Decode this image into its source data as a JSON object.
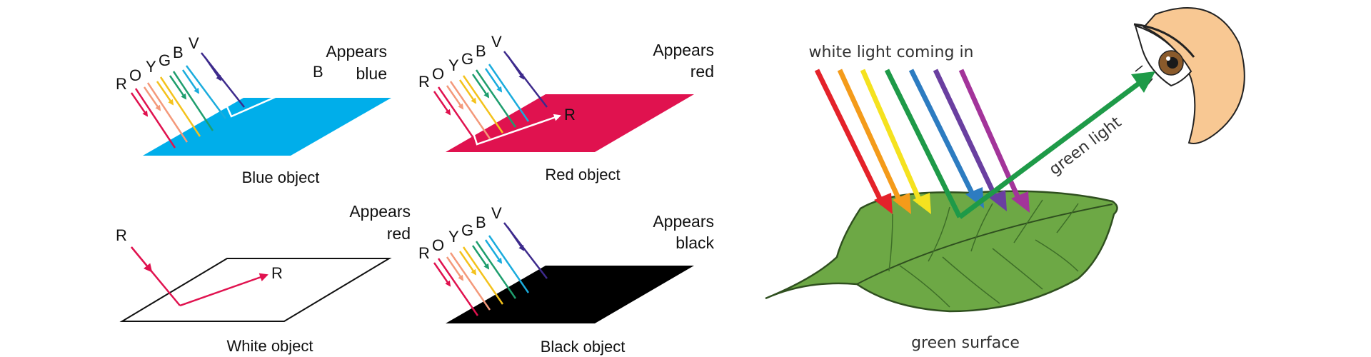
{
  "panels": {
    "blue": {
      "ray_letters": [
        "R",
        "O",
        "Y",
        "G",
        "B",
        "V"
      ],
      "reflected_letter": "B",
      "appears_line1": "Appears",
      "appears_line2": "blue",
      "caption": "Blue object",
      "surface_color": "#00AEEA"
    },
    "red": {
      "ray_letters": [
        "R",
        "O",
        "Y",
        "G",
        "B",
        "V"
      ],
      "reflected_letter": "R",
      "appears_line1": "Appears",
      "appears_line2": "red",
      "caption": "Red object",
      "surface_color": "#E0124F"
    },
    "white": {
      "ray_letters": [
        "R"
      ],
      "reflected_letter": "R",
      "appears_line1": "Appears",
      "appears_line2": "red",
      "caption": "White object",
      "surface_color": "#FFFFFF"
    },
    "black": {
      "ray_letters": [
        "R",
        "O",
        "Y",
        "G",
        "B",
        "V"
      ],
      "reflected_letter": "",
      "appears_line1": "Appears",
      "appears_line2": "black",
      "caption": "Black object",
      "surface_color": "#000000"
    }
  },
  "leaf_diagram": {
    "incoming_label": "white light coming in",
    "reflected_label": "green light",
    "surface_label": "green surface",
    "leaf_color": "#6DA845",
    "reflected_color": "#1E9A48"
  },
  "colors": {
    "R": "#E0124F",
    "O": "#F4997A",
    "Y": "#F4C21C",
    "G": "#1E9E6E",
    "B": "#1AACDD",
    "V": "#3D2A8C"
  },
  "leaf_ray_colors": [
    "#E4222A",
    "#F49B1A",
    "#F5E21F",
    "#1E9A48",
    "#2D7CC1",
    "#6A3FA0",
    "#A3349A"
  ]
}
